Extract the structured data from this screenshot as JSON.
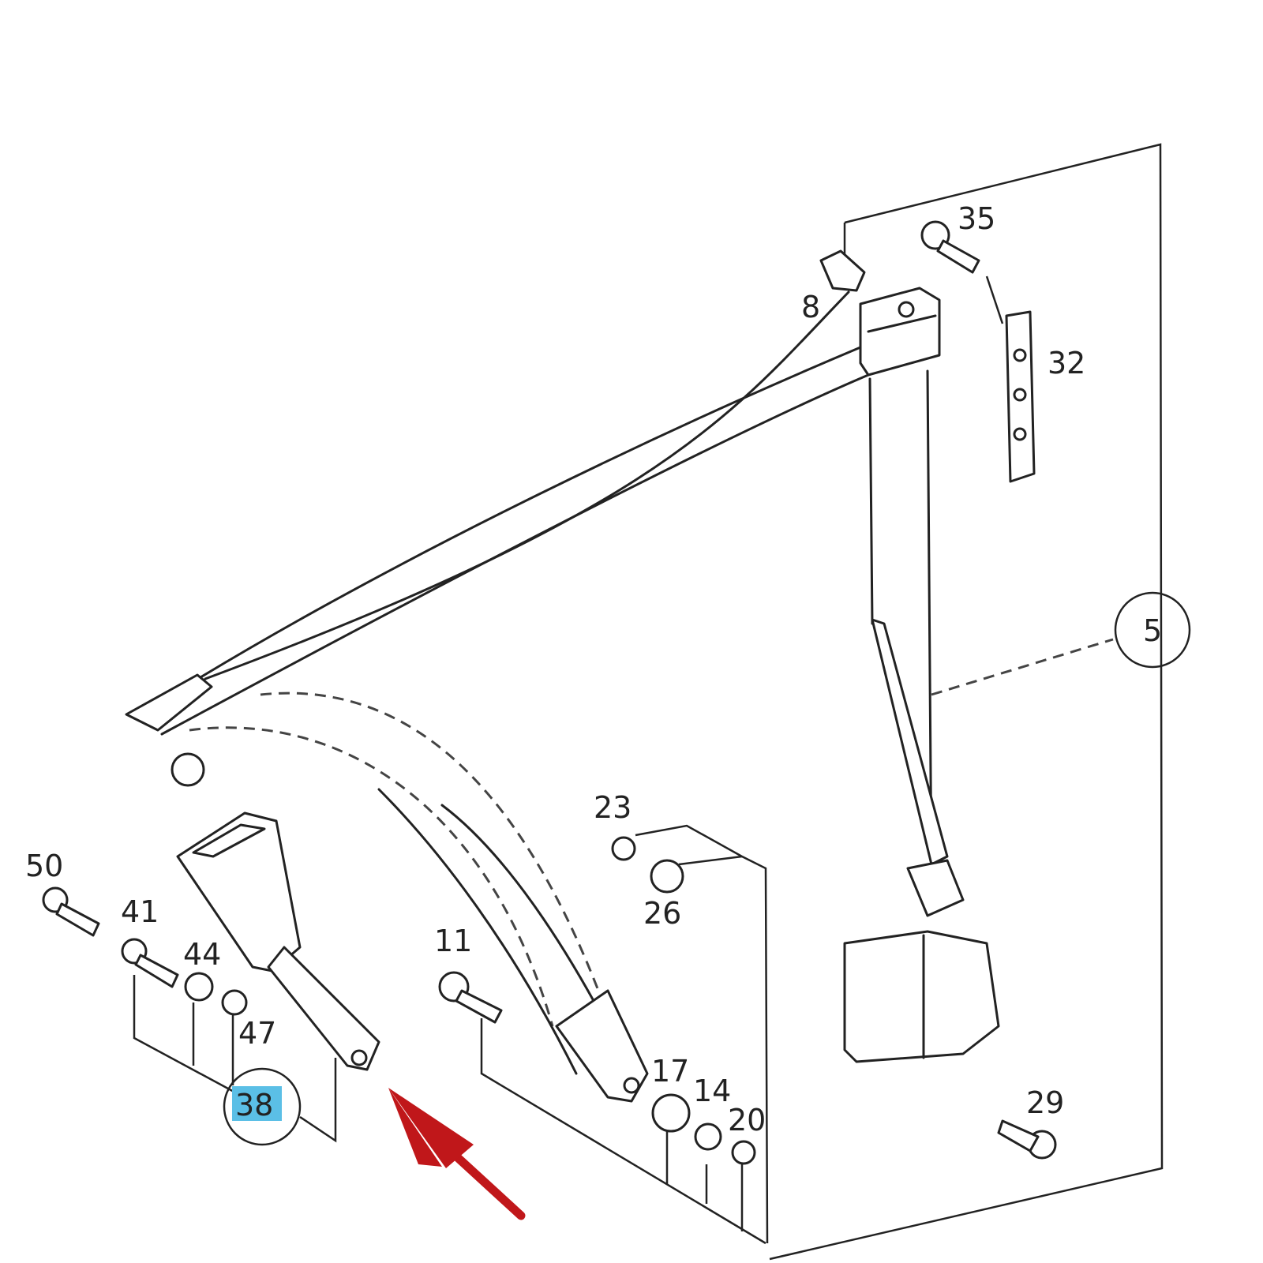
{
  "diagram": {
    "title": "Seat belt assembly parts diagram",
    "highlight_color": "#5bbfe6",
    "arrow_color": "#c0171a",
    "highlighted_part": "38",
    "labels": {
      "p35": "35",
      "p8": "8",
      "p32": "32",
      "p5": "5",
      "p23": "23",
      "p26": "26",
      "p50": "50",
      "p41": "41",
      "p44": "44",
      "p47": "47",
      "p11": "11",
      "p38": "38",
      "p17": "17",
      "p14": "14",
      "p20": "20",
      "p29": "29"
    }
  }
}
